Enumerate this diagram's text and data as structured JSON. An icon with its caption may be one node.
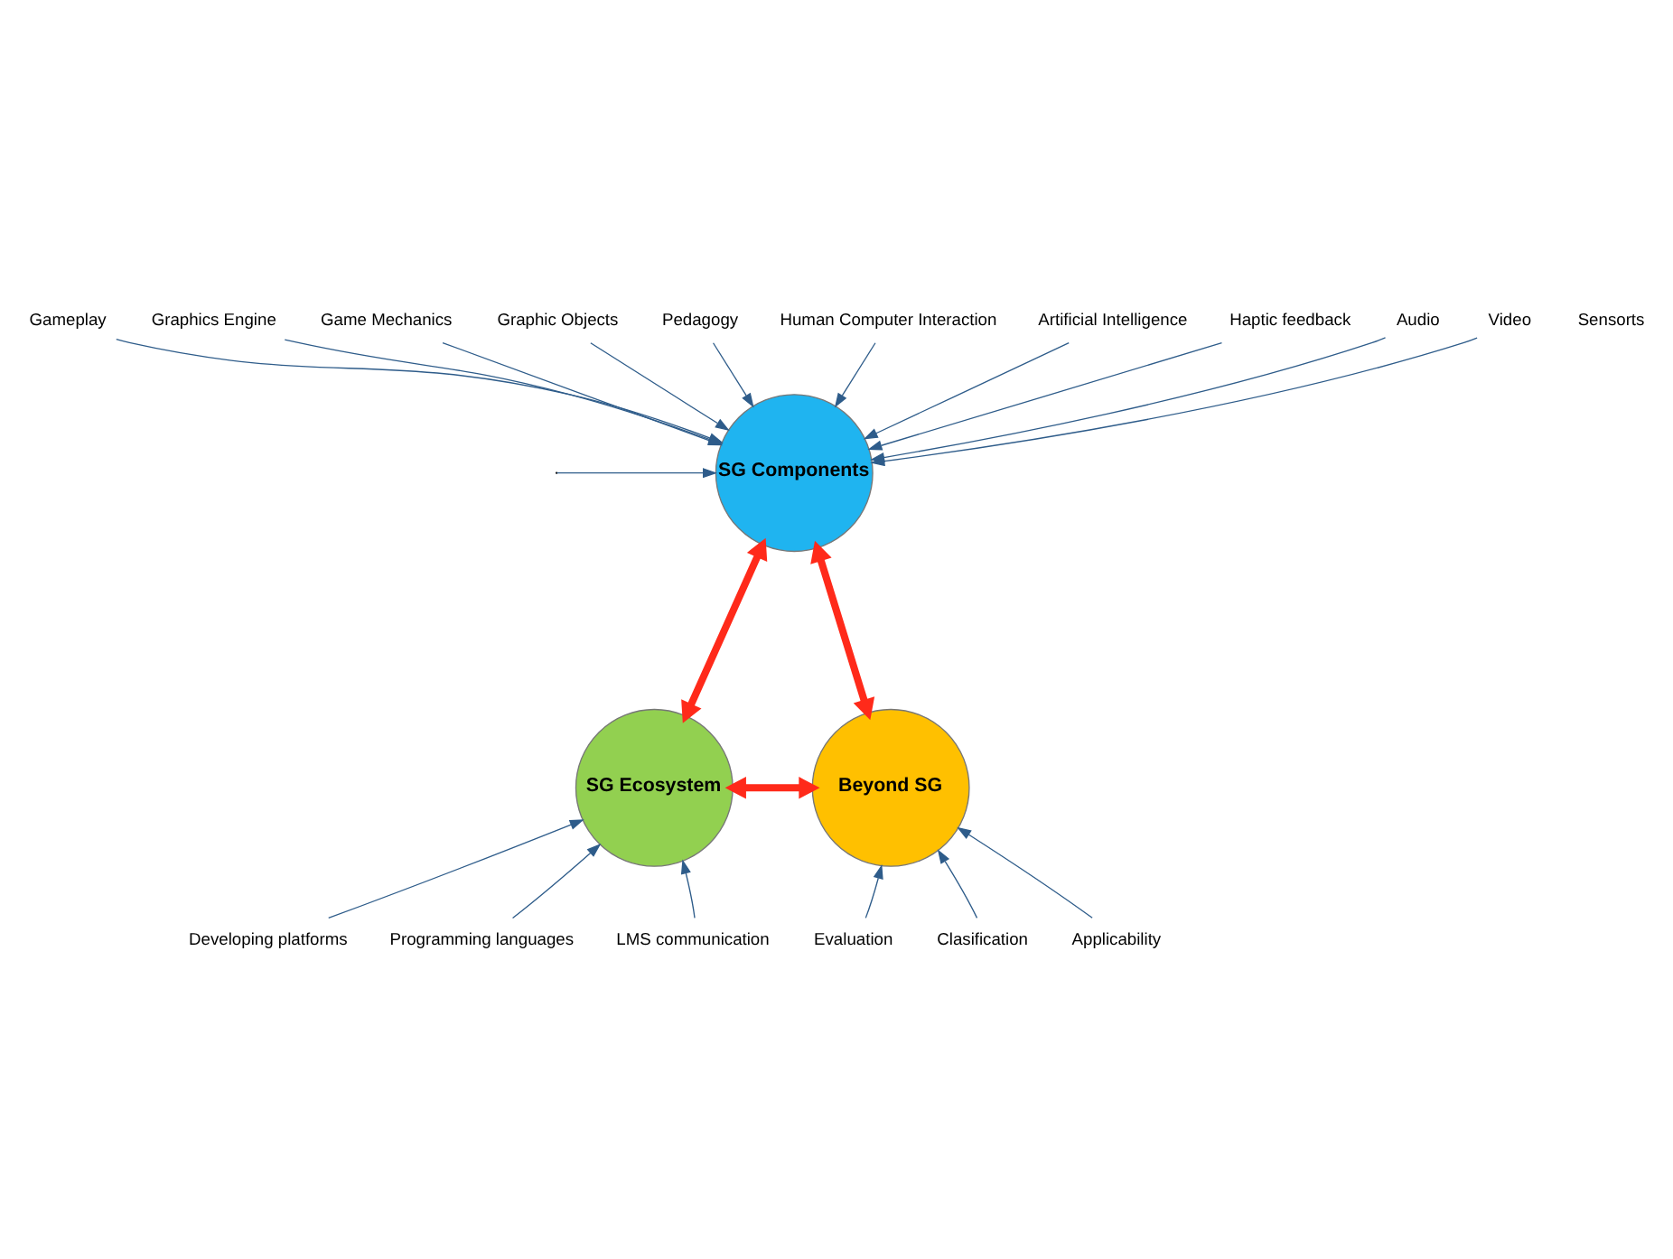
{
  "diagram": {
    "nodes": [
      {
        "text": [
          "SG Components"
        ]
      },
      {
        "text": [
          "SG Ecosystem"
        ]
      },
      {
        "text": [
          "Beyond SG"
        ]
      },
      {
        "text": [
          "Gameplay"
        ]
      },
      {
        "text": [
          "Graphics Engine"
        ]
      },
      {
        "text": [
          "Game Mechanics"
        ]
      },
      {
        "text": [
          "Graphic Objects"
        ]
      },
      {
        "text": [
          "Pedagogy"
        ]
      },
      {
        "text": [
          "Human Computer Interaction"
        ]
      },
      {
        "text": [
          "Artificial Intelligence"
        ]
      },
      {
        "text": [
          "Haptic feedback"
        ]
      },
      {
        "text": [
          "Audio"
        ]
      },
      {
        "text": [
          "Video"
        ]
      },
      {
        "text": [
          "Developing platforms"
        ]
      },
      {
        "text": [
          "Programming languages"
        ]
      },
      {
        "text": [
          "LMS communication"
        ]
      },
      {
        "text": [
          "Evaluation"
        ]
      },
      {
        "text": [
          "Clasification"
        ]
      },
      {
        "text": [
          "Applicability"
        ]
      }
    ],
    "edges": [
      {
        "from": 3,
        "to": 0,
        "arrow": "to"
      },
      {
        "from": 4,
        "to": 0,
        "arrow": "to"
      },
      {
        "from": 5,
        "to": 0,
        "arrow": "to"
      },
      {
        "from": 6,
        "to": 0,
        "arrow": "to"
      },
      {
        "from": 7,
        "to": 0,
        "arrow": "to"
      },
      {
        "from": 8,
        "to": 0,
        "arrow": "to"
      },
      {
        "from": 9,
        "to": 0,
        "arrow": "to"
      },
      {
        "from": 10,
        "to": 0,
        "arrow": "to"
      },
      {
        "from": 11,
        "to": 0,
        "arrow": "to"
      },
      {
        "from": 12,
        "to": 0,
        "arrow": "to"
      },
      {
        "from": null,
        "to": 0,
        "arrow": "to"
      },
      {
        "from": 0,
        "to": 2,
        "arrow": "both",
        "style": "thick",
        "color": "#ff2a1a"
      },
      {
        "from": 1,
        "to": 0,
        "arrow": "both",
        "style": "thick",
        "color": "#ff2a1a"
      },
      {
        "from": 1,
        "to": 2,
        "arrow": "both",
        "style": "thick",
        "color": "#ff2a1a"
      },
      {
        "from": 13,
        "to": 1,
        "arrow": "to"
      },
      {
        "from": 14,
        "to": 1,
        "arrow": "to"
      },
      {
        "from": 15,
        "to": 1,
        "arrow": "to"
      },
      {
        "from": 16,
        "to": 2,
        "arrow": "to"
      },
      {
        "from": 17,
        "to": 2,
        "arrow": "to"
      },
      {
        "from": 18,
        "to": 2,
        "arrow": "to"
      }
    ],
    "labels": [
      "Sensorts"
    ]
  }
}
